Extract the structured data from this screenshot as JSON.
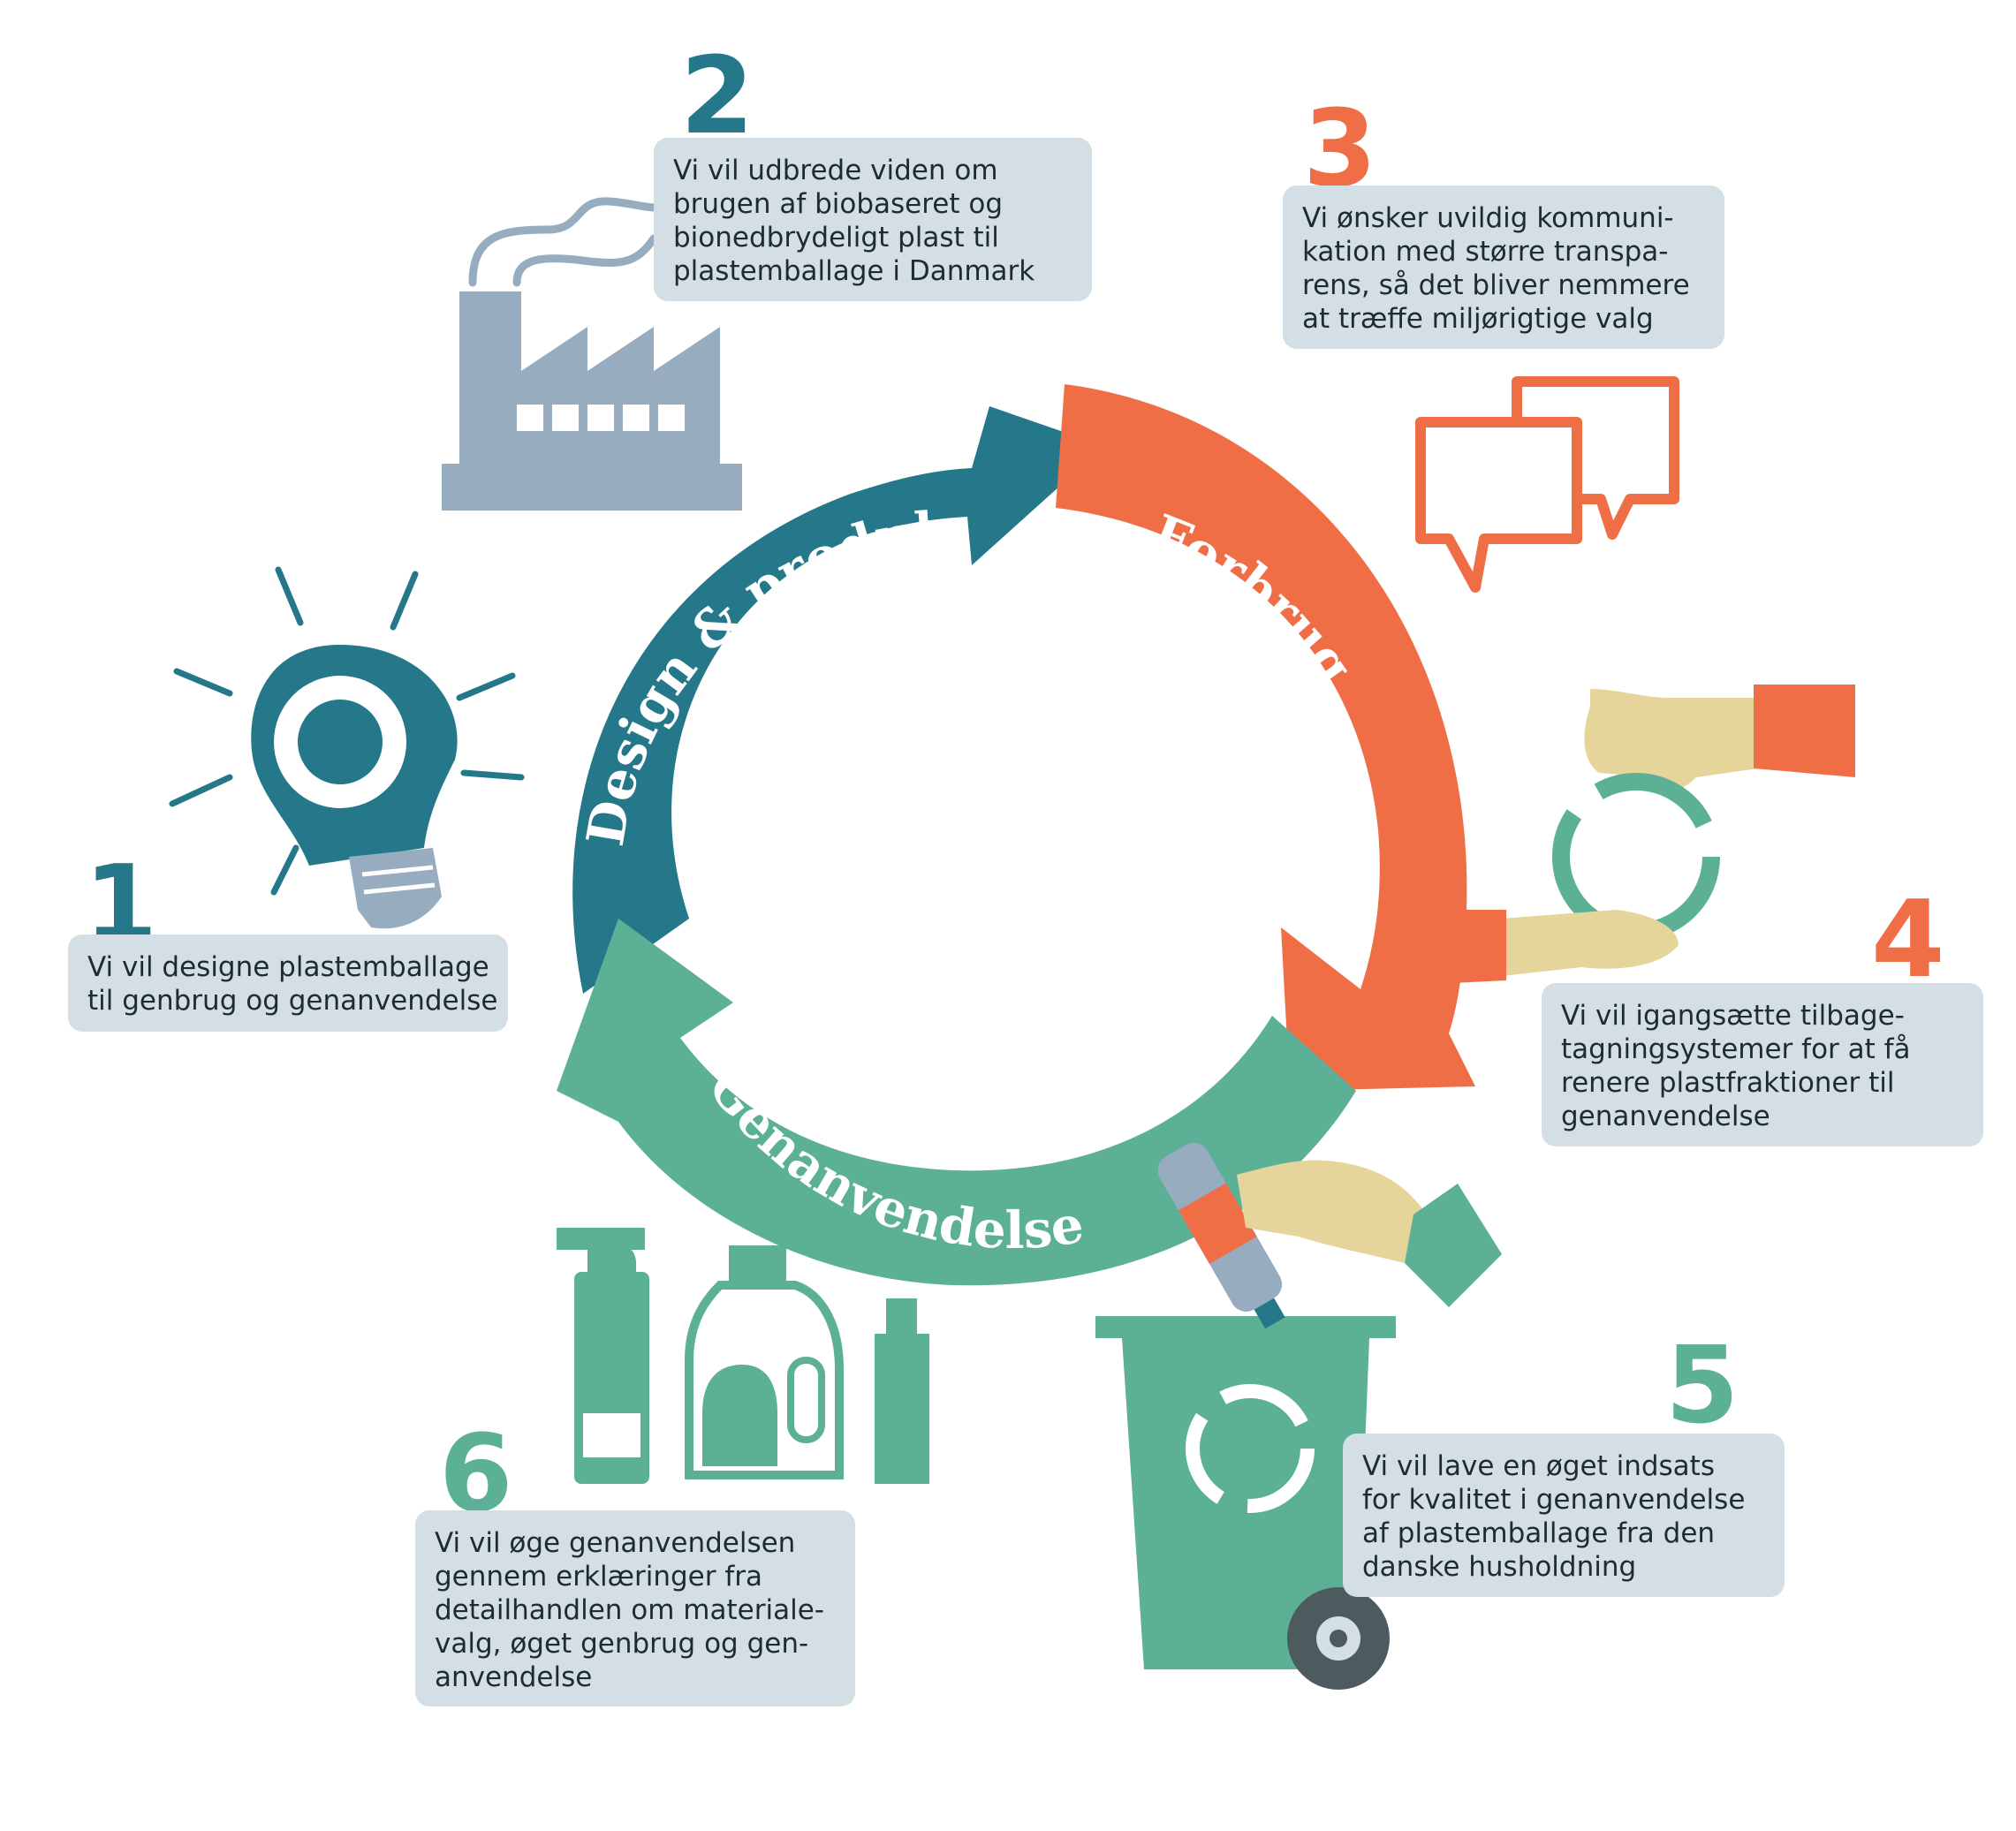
{
  "colors": {
    "teal_dark": "#24788a",
    "orange": "#f06e45",
    "green": "#5bb096",
    "grey_blue": "#97adbf",
    "box_bg": "#d3dee5",
    "skin": "#e5d59a"
  },
  "cycle": {
    "design": "Design & produktion",
    "forbrug": "Forbrug",
    "genanvendelse": "Genanvendelse"
  },
  "steps": [
    {
      "number": "1",
      "lines": [
        "Vi vil designe plastemballage",
        "til genbrug og genanvendelse"
      ]
    },
    {
      "number": "2",
      "lines": [
        "Vi vil udbrede viden om",
        "brugen af biobaseret og",
        "bionedbrydeligt plast til",
        "plastemballage i Danmark"
      ]
    },
    {
      "number": "3",
      "lines": [
        "Vi ønsker uvildig kommuni-",
        "kation med større transpa-",
        "rens, så det bliver nemmere",
        "at træffe miljørigtige valg"
      ]
    },
    {
      "number": "4",
      "lines": [
        "Vi vil igangsætte tilbage-",
        "tagningsystemer for at få",
        "renere plastfraktioner til",
        "genanvendelse"
      ]
    },
    {
      "number": "5",
      "lines": [
        "Vi vil lave en øget indsats",
        "for kvalitet i genanvendelse",
        "af plastemballage fra den",
        "danske husholdning"
      ]
    },
    {
      "number": "6",
      "lines": [
        "Vi vil øge genanvendelsen",
        "gennem erklæringer fra",
        "detailhandlen om materiale-",
        "valg, øget genbrug og gen-",
        "anvendelse"
      ]
    }
  ],
  "icons": [
    "lightbulb-recycle-icon",
    "factory-icon",
    "speech-bubbles-icon",
    "hands-recycle-icon",
    "recycling-bin-icon",
    "plastic-bottles-icon"
  ]
}
